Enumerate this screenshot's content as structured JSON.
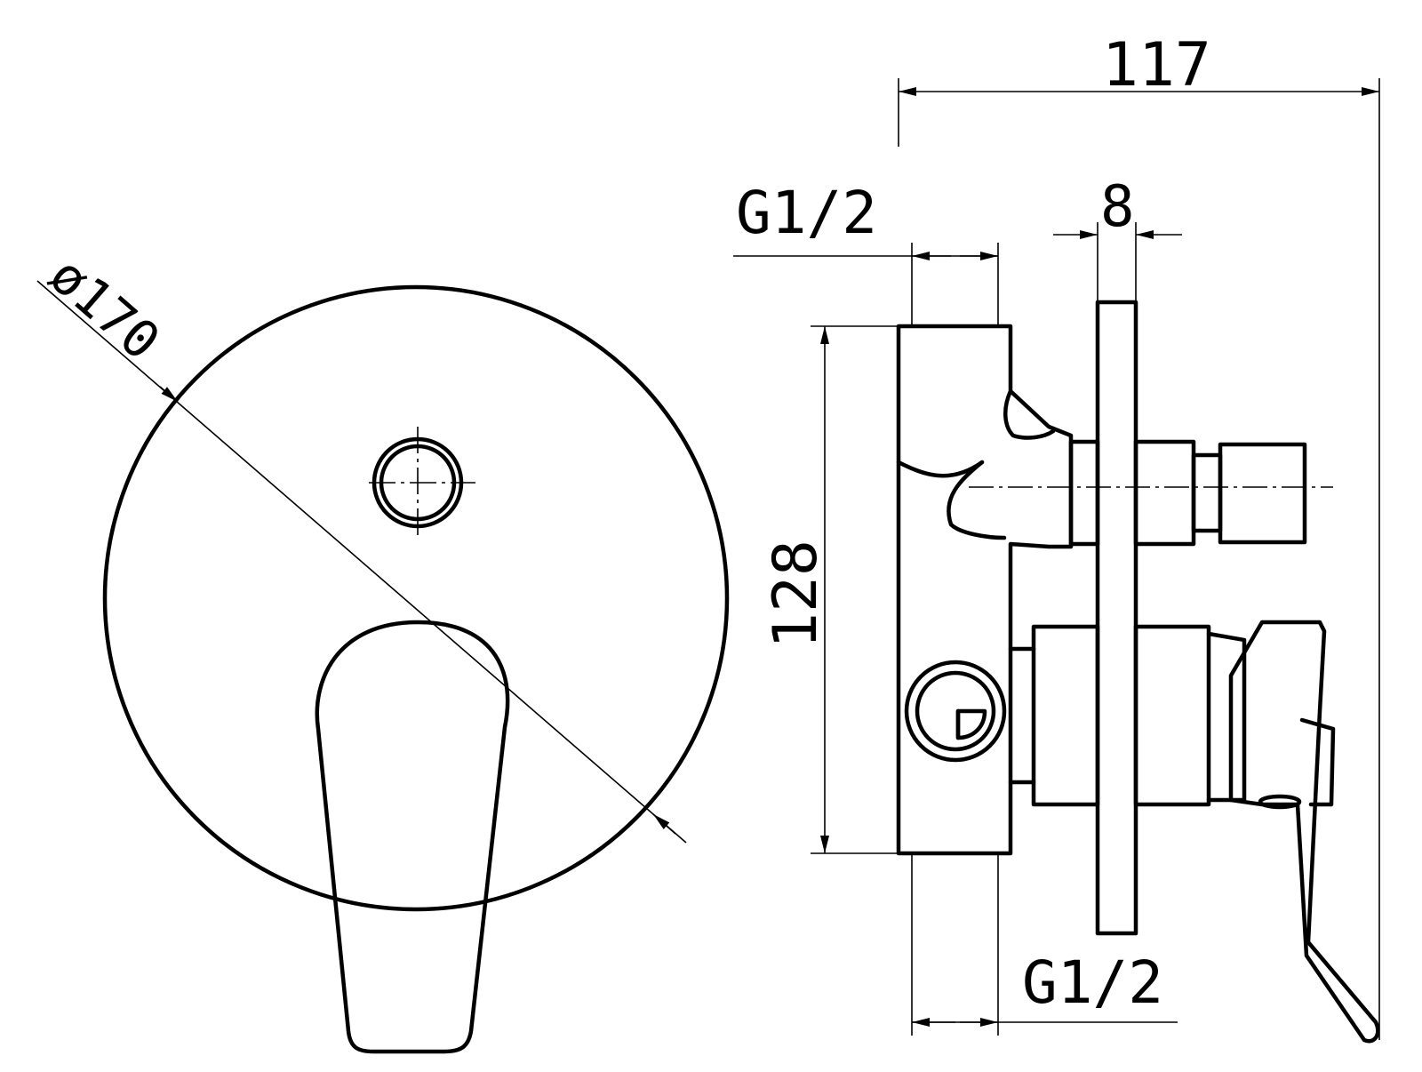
{
  "drawing": {
    "front_view": {
      "diameter_label": "ø170"
    },
    "side_view": {
      "overall_depth_label": "117",
      "plate_thickness_label": "8",
      "top_thread_label": "G1/2",
      "height_label": "128",
      "bottom_thread_label": "G1/2"
    }
  }
}
